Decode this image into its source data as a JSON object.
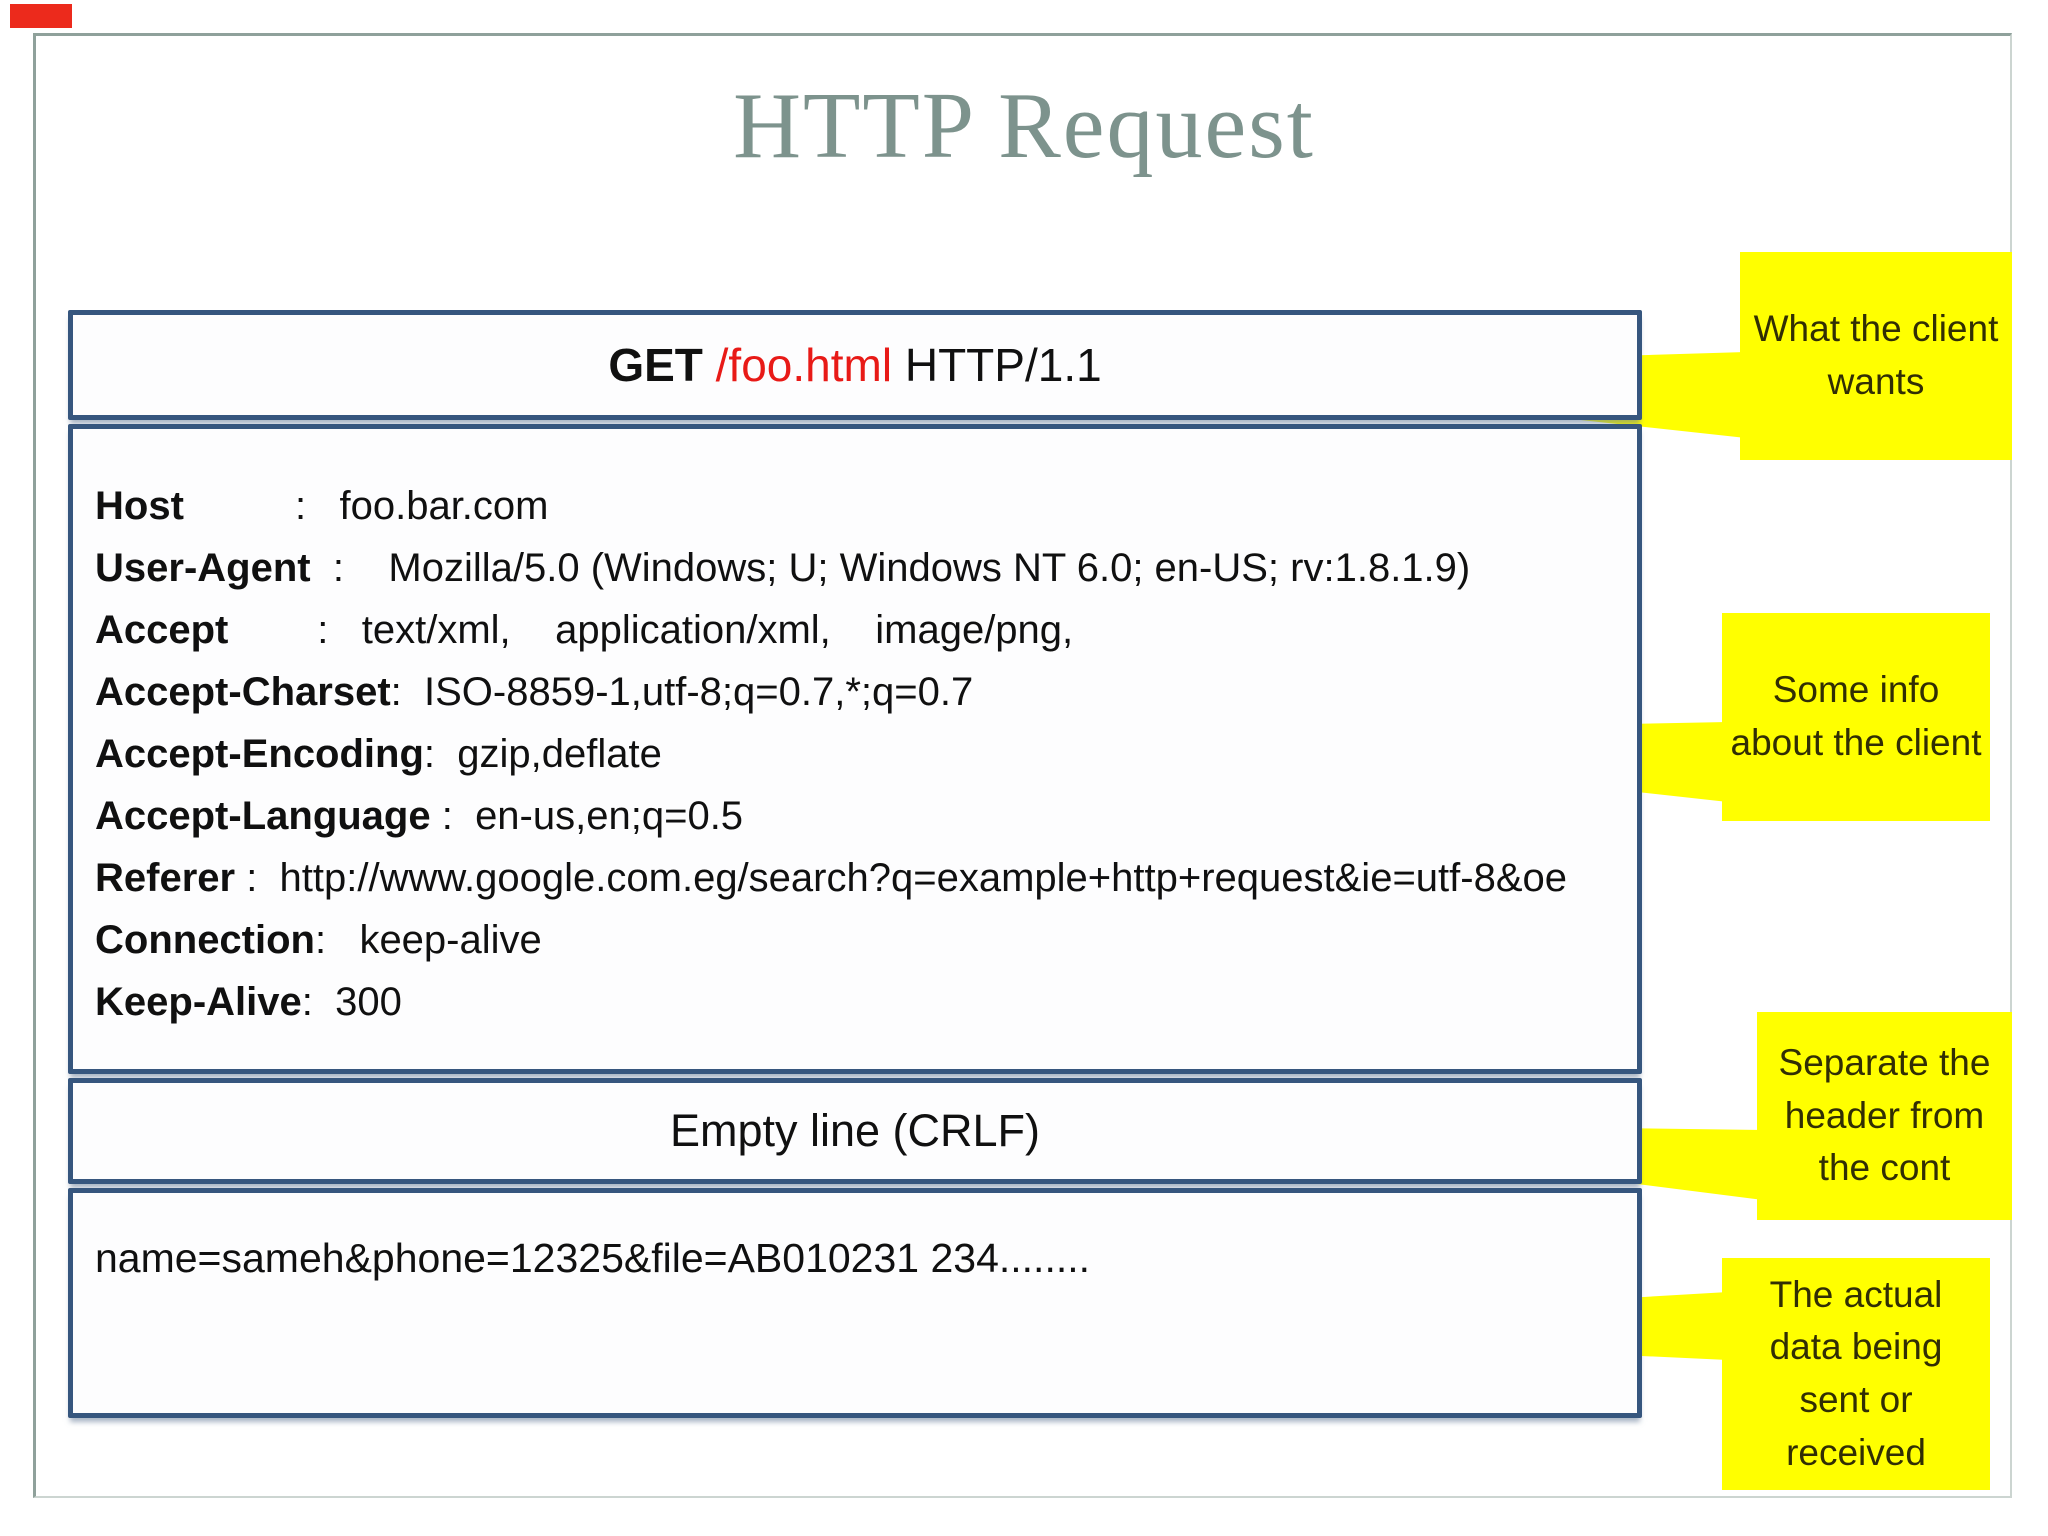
{
  "page": {
    "title": "HTTP Request"
  },
  "request": {
    "request_line": {
      "method": "GET",
      "path": " /foo.html",
      "version": " HTTP/1.1"
    },
    "headers": [
      {
        "name": "Host",
        "sep": "          :   ",
        "value": "foo.bar.com"
      },
      {
        "name": "User-Agent",
        "sep": "  :    ",
        "value": "Mozilla/5.0 (Windows; U; Windows NT 6.0; en-US; rv:1.8.1.9)"
      },
      {
        "name": "Accept",
        "sep": "        :   ",
        "value": "text/xml,    application/xml,    image/png,"
      },
      {
        "name": "Accept-Charset",
        "sep": ":  ",
        "value": "ISO-8859-1,utf-8;q=0.7,*;q=0.7"
      },
      {
        "name": "Accept-Encoding",
        "sep": ":  ",
        "value": "gzip,deflate"
      },
      {
        "name": "Accept-Language",
        "sep": " :  ",
        "value": "en-us,en;q=0.5"
      },
      {
        "name": "Referer",
        "sep": " :  ",
        "value": "http://www.google.com.eg/search?q=example+http+request&ie=utf-8&oe"
      },
      {
        "name": "Connection",
        "sep": ":   ",
        "value": "keep-alive"
      },
      {
        "name": "Keep-Alive",
        "sep": ":  ",
        "value": "300"
      }
    ],
    "separator_label": "Empty line (CRLF)",
    "body_text": "name=sameh&phone=12325&file=AB010231 234........"
  },
  "callouts": [
    {
      "text": "What the client wants"
    },
    {
      "text": "Some info about the client"
    },
    {
      "text": "Separate the header from the cont"
    },
    {
      "text": "The actual data being sent or received"
    }
  ],
  "colors": {
    "title": "#7d938d",
    "box_border": "#36567e",
    "path_red": "#e81a17",
    "callout_yellow": "#ffff00",
    "corner_marker_red": "#ec2a1c"
  }
}
